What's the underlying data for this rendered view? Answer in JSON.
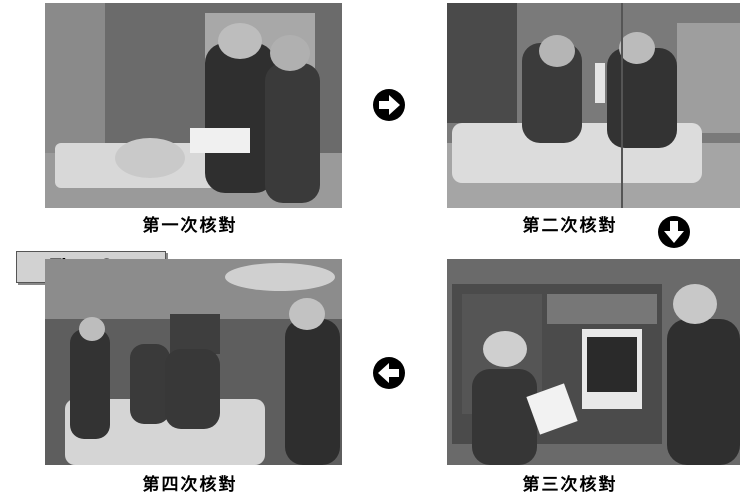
{
  "steps": [
    {
      "caption": "第一次核對"
    },
    {
      "caption": "第二次核對"
    },
    {
      "caption": "第三次核對"
    },
    {
      "caption": "第四次核對"
    }
  ],
  "timeout_label": "Time Out",
  "arrows": {
    "right": "arrow-right-icon",
    "down": "arrow-down-icon",
    "left": "arrow-left-icon"
  }
}
